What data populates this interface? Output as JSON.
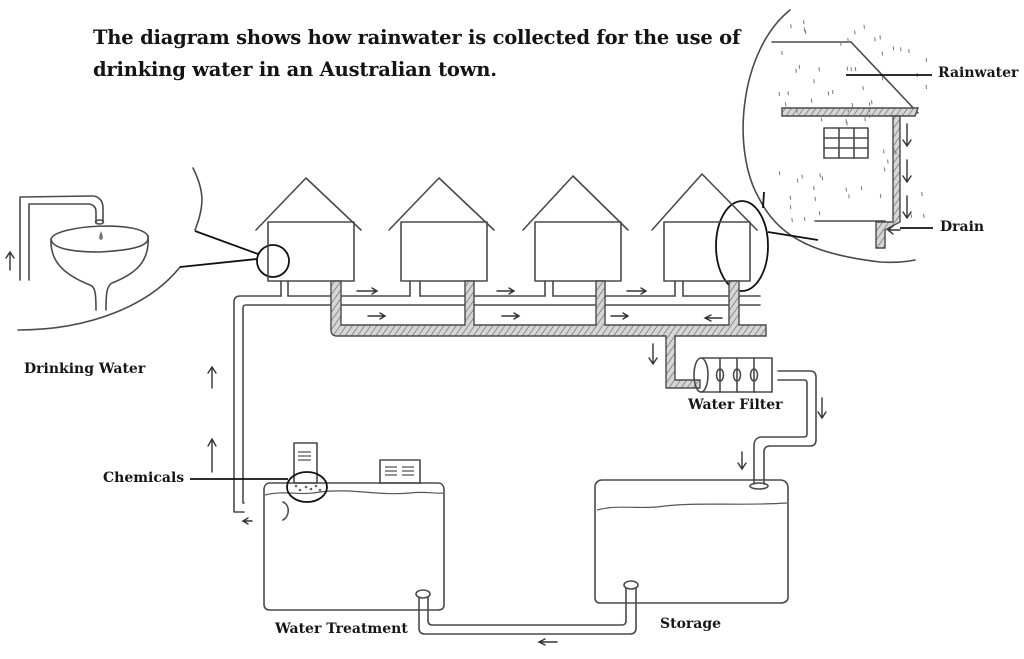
{
  "title": "The diagram shows how rainwater is collected for the use of drinking water in an Australian town.",
  "labels": {
    "rainwater": "Rainwater",
    "drain": "Drain",
    "drinking_water": "Drinking Water",
    "water_filter": "Water Filter",
    "chemicals": "Chemicals",
    "water_treatment": "Water Treatment",
    "storage": "Storage"
  },
  "houses": [
    {
      "id": "house-1"
    },
    {
      "id": "house-2"
    },
    {
      "id": "house-3"
    },
    {
      "id": "house-4"
    }
  ],
  "flow_steps": [
    "Rainwater",
    "Drain",
    "Water Filter",
    "Storage",
    "Water Treatment",
    "Chemicals",
    "Drinking Water"
  ],
  "colors": {
    "ink": "#111111",
    "pencil": "#4a4a4a",
    "hatch": "#8a8a8a",
    "background": "#ffffff"
  }
}
